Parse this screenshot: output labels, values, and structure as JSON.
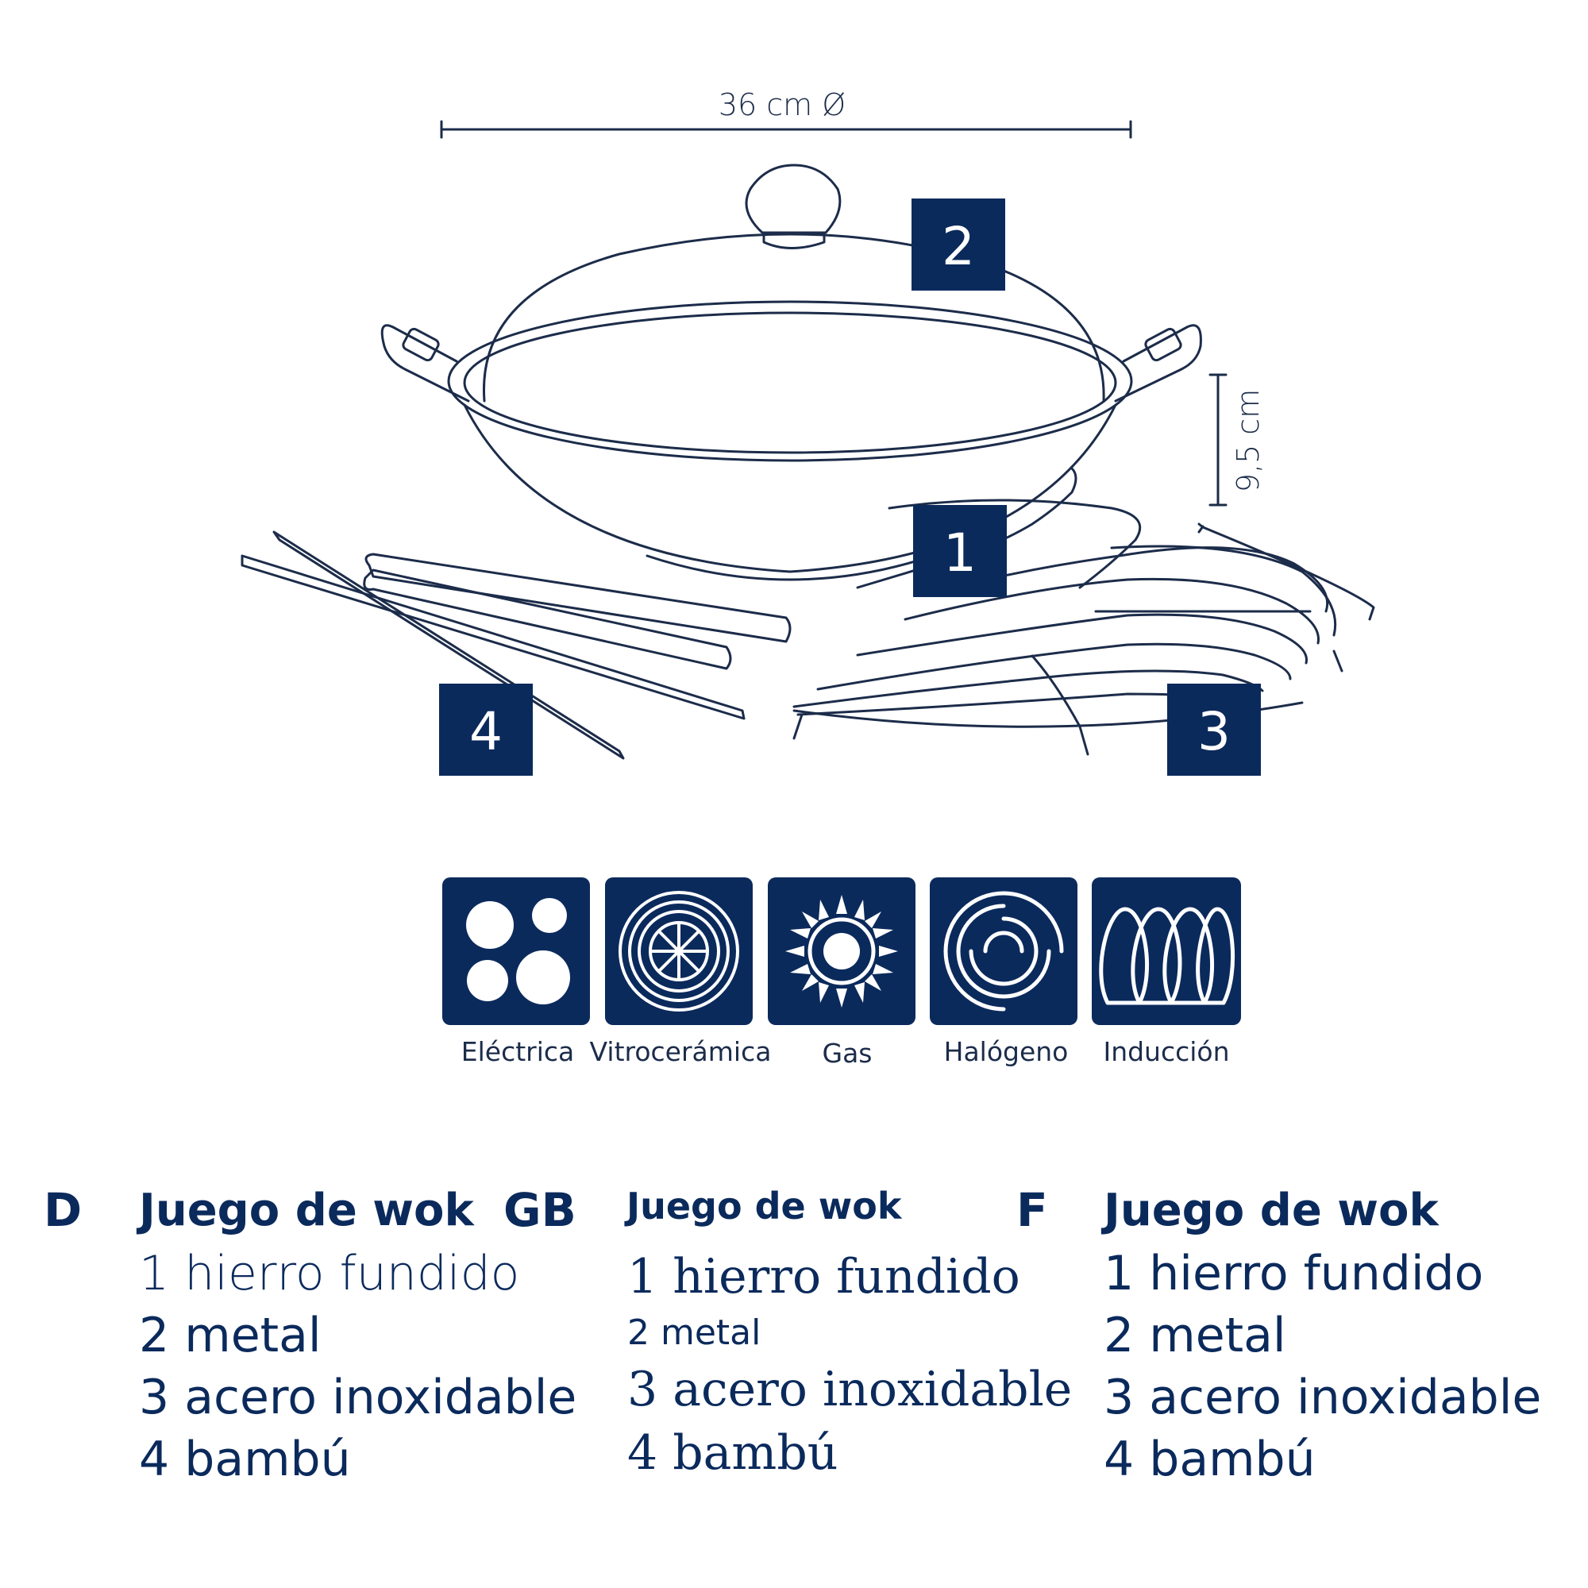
{
  "dimensions": {
    "diameter": "36 cm Ø",
    "height": "9,5 cm"
  },
  "callouts": [
    {
      "number": "1"
    },
    {
      "number": "2"
    },
    {
      "number": "3"
    },
    {
      "number": "4"
    }
  ],
  "hob_types": [
    {
      "label": "Eléctrica",
      "icon": "electric-hob-icon"
    },
    {
      "label": "Vitrocerámica",
      "icon": "ceramic-hob-icon"
    },
    {
      "label": "Gas",
      "icon": "gas-hob-icon"
    },
    {
      "label": "Halógeno",
      "icon": "halogen-hob-icon"
    },
    {
      "label": "Inducción",
      "icon": "induction-hob-icon"
    }
  ],
  "legend": {
    "d": {
      "code": "D",
      "title": "Juego de wok",
      "items": [
        "1 hierro fundido",
        "2 metal",
        "3 acero inoxidable",
        "4 bambú"
      ]
    },
    "gb": {
      "code": "GB",
      "title": "Juego de wok",
      "items": [
        "1 hierro fundido",
        "2 metal",
        "3 acero inoxidable",
        "4 bambú"
      ]
    },
    "f": {
      "code": "F",
      "title": "Juego de wok",
      "items": [
        "1 hierro fundido",
        "2 metal",
        "3 acero inoxidable",
        "4 bambú"
      ]
    }
  },
  "colors": {
    "primary": "#0b2a5c",
    "line": "#1c2c4a",
    "background": "#ffffff"
  }
}
